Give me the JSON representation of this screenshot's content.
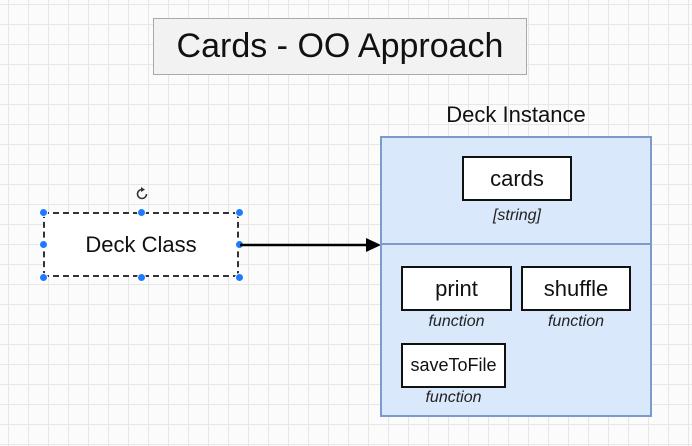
{
  "title": "Cards - OO Approach",
  "class_box": {
    "label": "Deck Class"
  },
  "instance": {
    "label": "Deck Instance",
    "property": {
      "name": "cards",
      "type": "[string]"
    },
    "methods": [
      {
        "name": "print",
        "type": "function"
      },
      {
        "name": "shuffle",
        "type": "function"
      },
      {
        "name": "saveToFile",
        "type": "function"
      }
    ]
  },
  "colors": {
    "instance_fill": "#dae8fc",
    "instance_border": "#7b9cc8",
    "selection_handle": "#1e7bff"
  },
  "icons": [
    "rotate-icon",
    "selection-handle",
    "arrow"
  ]
}
